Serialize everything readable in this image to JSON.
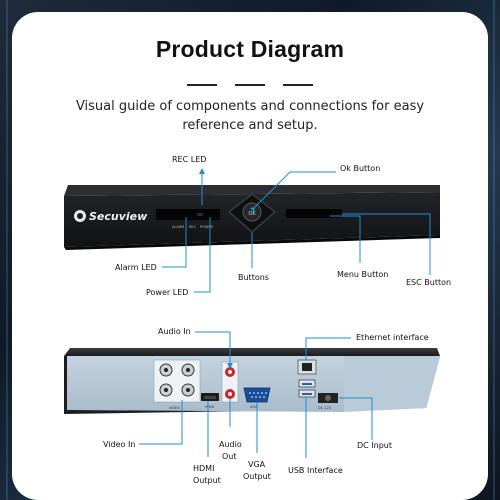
{
  "title": "Product Diagram",
  "subtitle": "Visual guide of components and connections for easy reference and setup.",
  "brand": "Secuview",
  "front_labels": {
    "rec_led": "REC LED",
    "ok_button": "Ok Button",
    "alarm_led": "Alarm LED",
    "buttons": "Buttons",
    "menu_button": "Menu Button",
    "esc_button": "ESC Button",
    "power_led": "Power LED"
  },
  "front_panel_text": {
    "alarm": "ALARM",
    "rec": "REC",
    "power": "POWER",
    "ok": "OK"
  },
  "back_labels": {
    "audio_in": "Audio In",
    "ethernet": "Ethernet interface",
    "video_in": "Video In",
    "audio_out_1": "Audio",
    "audio_out_2": "Out",
    "hdmi_1": "HDMI",
    "hdmi_2": "Output",
    "vga_1": "VGA",
    "vga_2": "Output",
    "usb": "USB Interface",
    "dc_input": "DC Input"
  },
  "back_panel_text": {
    "video": "VIDEO",
    "hdmi": "HDMI",
    "vga": "VGA",
    "dc": "DC 12V"
  },
  "colors": {
    "accent": "#1e8fd6",
    "device_dark": "#1b1c1f",
    "back_panel": "#b4c7d6"
  }
}
